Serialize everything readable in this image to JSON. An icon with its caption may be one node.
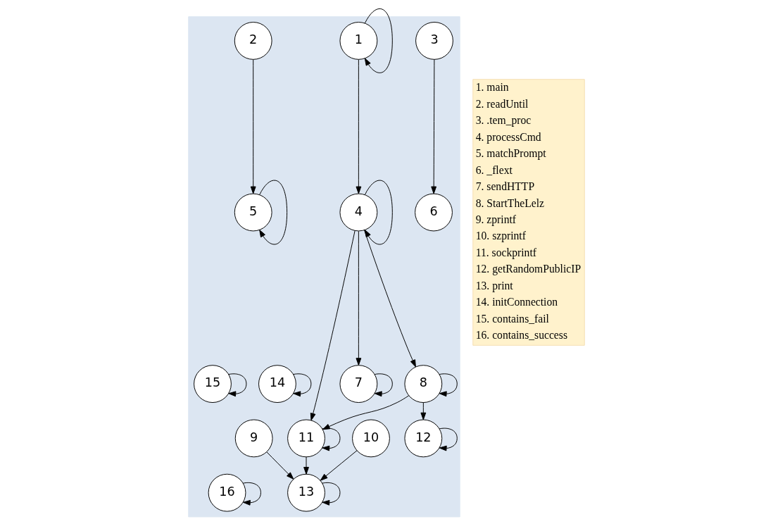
{
  "diagram": {
    "nodes": [
      {
        "text": [],
        "shape": "box"
      },
      {
        "text": [
          "1"
        ],
        "in": 0
      },
      {
        "text": [
          "2"
        ],
        "in": 0
      },
      {
        "text": [
          "3"
        ],
        "in": 0
      },
      {
        "text": [
          "4"
        ],
        "in": 0
      },
      {
        "text": [
          "5"
        ],
        "in": 0
      },
      {
        "text": [
          "6"
        ],
        "in": 0
      },
      {
        "text": [
          "7"
        ],
        "in": 0
      },
      {
        "text": [
          "8"
        ],
        "in": 0
      },
      {
        "text": [
          "9"
        ],
        "in": 0
      },
      {
        "text": [
          "10"
        ],
        "in": 0
      },
      {
        "text": [
          "11"
        ],
        "in": 0
      },
      {
        "text": [
          "12"
        ],
        "in": 0
      },
      {
        "text": [
          "13"
        ],
        "in": 0
      },
      {
        "text": [
          "14"
        ],
        "in": 0
      },
      {
        "text": [
          "15"
        ],
        "in": 0
      },
      {
        "text": [
          "16"
        ],
        "in": 0
      }
    ],
    "edges": [
      {
        "from": 1,
        "to": 1,
        "arrow": "to"
      },
      {
        "from": 1,
        "to": 4,
        "arrow": "to"
      },
      {
        "from": 2,
        "to": 5,
        "arrow": "to"
      },
      {
        "from": 3,
        "to": 6,
        "arrow": "to"
      },
      {
        "from": 4,
        "to": 4,
        "arrow": "to"
      },
      {
        "from": 5,
        "to": 5,
        "arrow": "to"
      },
      {
        "from": 4,
        "to": 7,
        "arrow": "to"
      },
      {
        "from": 4,
        "to": 11,
        "arrow": "to"
      },
      {
        "from": 4,
        "to": 8,
        "arrow": "to"
      },
      {
        "from": 7,
        "to": 7,
        "arrow": "to"
      },
      {
        "from": 8,
        "to": 8,
        "arrow": "to"
      },
      {
        "from": 14,
        "to": 14,
        "arrow": "to"
      },
      {
        "from": 15,
        "to": 15,
        "arrow": "to"
      },
      {
        "from": 8,
        "to": 11,
        "arrow": "to"
      },
      {
        "from": 8,
        "to": 12,
        "arrow": "to"
      },
      {
        "from": 11,
        "to": 11,
        "arrow": "to"
      },
      {
        "from": 12,
        "to": 12,
        "arrow": "to"
      },
      {
        "from": 11,
        "to": 13,
        "arrow": "to"
      },
      {
        "from": 9,
        "to": 13,
        "arrow": "to"
      },
      {
        "from": 10,
        "to": 13,
        "arrow": "to"
      },
      {
        "from": 13,
        "to": 13,
        "arrow": "to"
      },
      {
        "from": 16,
        "to": 16,
        "arrow": "to"
      }
    ],
    "labels": [
      "1. main",
      "2. readUntil",
      "3. .tem_proc",
      "4. processCmd",
      "5. matchPrompt",
      "6. _flext",
      "7. sendHTTP",
      "8. StartTheLelz",
      "9. zprintf",
      "10. szprintf",
      "11. sockprintf",
      "12. getRandomPublicIP",
      "13. print",
      "14. initConnection",
      "15. contains_fail",
      "16. contains_success"
    ]
  }
}
